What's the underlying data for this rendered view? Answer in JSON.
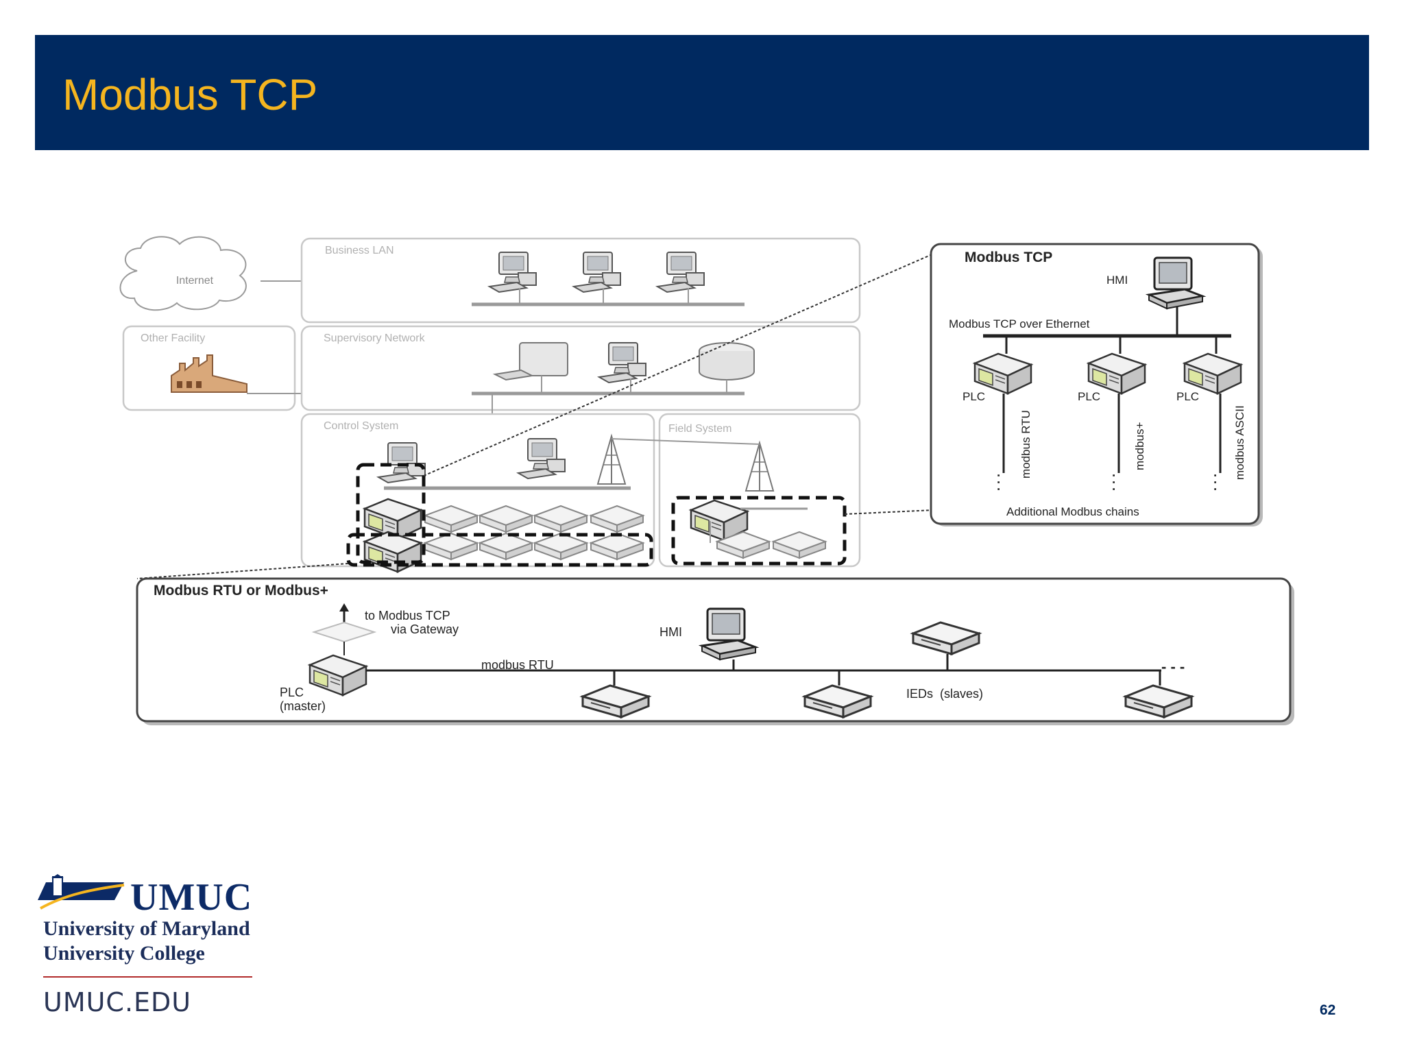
{
  "slide": {
    "title": "Modbus TCP",
    "page_number": "62"
  },
  "diagram": {
    "cloud_label": "Internet",
    "zones": {
      "business_lan": "Business LAN",
      "other_facility": "Other Facility",
      "supervisory": "Supervisory Network",
      "control": "Control System",
      "field": "Field System"
    },
    "tcp_inset": {
      "title": "Modbus TCP",
      "hmi": "HMI",
      "bus": "Modbus TCP over Ethernet",
      "plc": "PLC",
      "chains": [
        "modbus RTU",
        "modbus+",
        "modbus ASCII"
      ],
      "footer": "Additional Modbus chains"
    },
    "rtu_inset": {
      "title": "Modbus RTU or Modbus+",
      "gateway_line1": "to Modbus TCP",
      "gateway_line2": "via Gateway",
      "hmi": "HMI",
      "bus": "modbus RTU",
      "master_line1": "PLC",
      "master_line2": "(master)",
      "ieds": "IEDs  (slaves)",
      "ellipsis": "- - -"
    }
  },
  "branding": {
    "logo_word": "UMUC",
    "university_line1": "University of Maryland",
    "university_line2": "University College",
    "website": "UMUC.EDU"
  }
}
